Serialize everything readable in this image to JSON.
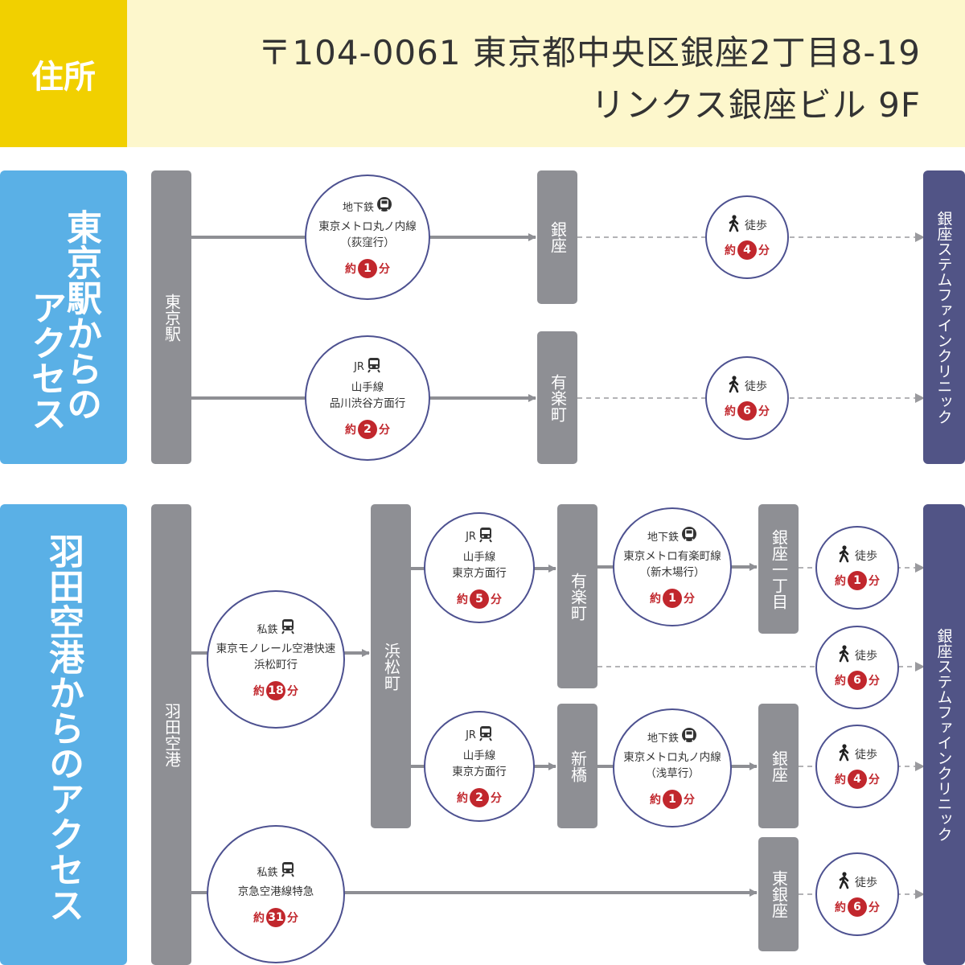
{
  "colors": {
    "address_label": "#f1d000",
    "address_bg": "#fdf7cc",
    "section": "#5ab0e6",
    "station": "#8e8f94",
    "destination": "#515486",
    "time": "#c1272d"
  },
  "address": {
    "label": "住所",
    "line1": "〒104-0061 東京都中央区銀座2丁目8-19",
    "line2": "リンクス銀座ビル 9F"
  },
  "tokyo": {
    "title_col1": "東京駅からの",
    "title_col2": "アクセス",
    "origin": "東京駅",
    "stations": [
      "銀座",
      "有楽町"
    ],
    "legs": [
      {
        "type": "地下鉄",
        "icon": "subway-icon",
        "lines": [
          "東京メトロ丸ノ内線",
          "（荻窪行）"
        ],
        "prefix": "約",
        "minutes": "1",
        "suffix": "分"
      },
      {
        "type": "JR",
        "icon": "train-icon",
        "lines": [
          "山手線",
          "品川渋谷方面行"
        ],
        "prefix": "約",
        "minutes": "2",
        "suffix": "分"
      }
    ],
    "walks": [
      {
        "label": "徒歩",
        "icon": "walk-icon",
        "prefix": "約",
        "minutes": "4",
        "suffix": "分"
      },
      {
        "label": "徒歩",
        "icon": "walk-icon",
        "prefix": "約",
        "minutes": "6",
        "suffix": "分"
      }
    ],
    "destination": "銀座ステムファインクリニック"
  },
  "haneda": {
    "title": "羽田空港からのアクセス",
    "origin": "羽田空港",
    "stations": [
      "浜松町",
      "有楽町",
      "新橋",
      "銀座一丁目",
      "銀座",
      "東銀座"
    ],
    "legs": [
      {
        "type": "私鉄",
        "icon": "train-icon",
        "lines": [
          "東京モノレール空港快速",
          "浜松町行"
        ],
        "prefix": "約",
        "minutes": "18",
        "suffix": "分"
      },
      {
        "type": "私鉄",
        "icon": "train-icon",
        "lines": [
          "京急空港線特急"
        ],
        "prefix": "約",
        "minutes": "31",
        "suffix": "分"
      },
      {
        "type": "JR",
        "icon": "train-icon",
        "lines": [
          "山手線",
          "東京方面行"
        ],
        "prefix": "約",
        "minutes": "5",
        "suffix": "分"
      },
      {
        "type": "JR",
        "icon": "train-icon",
        "lines": [
          "山手線",
          "東京方面行"
        ],
        "prefix": "約",
        "minutes": "2",
        "suffix": "分"
      },
      {
        "type": "地下鉄",
        "icon": "subway-icon",
        "lines": [
          "東京メトロ有楽町線",
          "（新木場行）"
        ],
        "prefix": "約",
        "minutes": "1",
        "suffix": "分"
      },
      {
        "type": "地下鉄",
        "icon": "subway-icon",
        "lines": [
          "東京メトロ丸ノ内線",
          "（浅草行）"
        ],
        "prefix": "約",
        "minutes": "1",
        "suffix": "分"
      }
    ],
    "walks": [
      {
        "label": "徒歩",
        "icon": "walk-icon",
        "prefix": "約",
        "minutes": "1",
        "suffix": "分"
      },
      {
        "label": "徒歩",
        "icon": "walk-icon",
        "prefix": "約",
        "minutes": "6",
        "suffix": "分"
      },
      {
        "label": "徒歩",
        "icon": "walk-icon",
        "prefix": "約",
        "minutes": "4",
        "suffix": "分"
      },
      {
        "label": "徒歩",
        "icon": "walk-icon",
        "prefix": "約",
        "minutes": "6",
        "suffix": "分"
      }
    ],
    "destination": "銀座ステムファインクリニック"
  }
}
